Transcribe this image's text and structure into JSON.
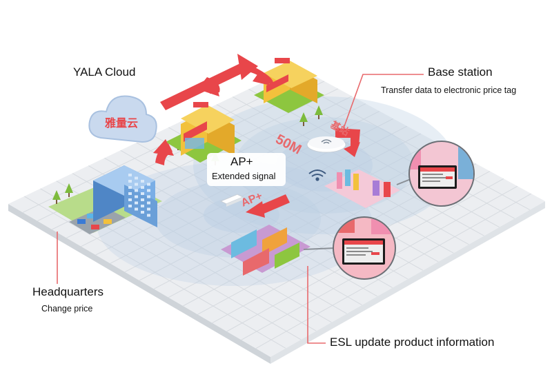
{
  "labels": {
    "cloud_title": "YALA Cloud",
    "cloud_logo_text": "雅量云",
    "base_station_title": "Base station",
    "base_station_desc": "Transfer data to electronic price tag",
    "ap_title": "AP+",
    "ap_desc": "Extended signal",
    "ap_floor_text": "AP+",
    "range_text": "50M",
    "base_floor_text": "基站",
    "headquarters_title": "Headquarters",
    "headquarters_desc": "Change price",
    "esl_title": "ESL update product information"
  },
  "colors": {
    "accent_red": "#e8464a",
    "floor": "#e9ecef",
    "grid": "#d3d8dd",
    "signal": "#b7cbe2",
    "cloud": "#c9d9ee",
    "building": "#6a9fd8",
    "store_roof": "#f2c13c",
    "green": "#8dc63f"
  },
  "icons": {
    "cloud": "cloud-icon",
    "base_station": "wifi-router-icon",
    "ap": "ap-device-icon",
    "wifi": "wifi-icon"
  }
}
